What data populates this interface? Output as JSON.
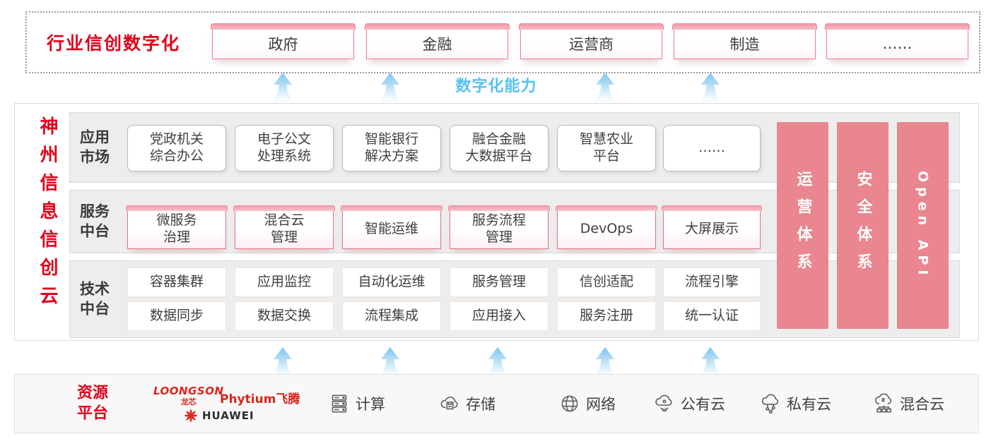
{
  "top_banner": {
    "title": "行业信创数字化",
    "industries": [
      "政府",
      "金融",
      "运营商",
      "制造",
      "……"
    ]
  },
  "capability_label": "数字化能力",
  "platform": {
    "vertical_title": "神州信息信创云",
    "rows": [
      {
        "label": "应用\n市场",
        "boxes": [
          "党政机关\n综合办公",
          "电子公文\n处理系统",
          "智能银行\n解决方案",
          "融合金融\n大数据平台",
          "智慧农业\n平台",
          "……"
        ]
      },
      {
        "label": "服务\n中台",
        "boxes": [
          "微服务\n治理",
          "混合云\n管理",
          "智能运维",
          "服务流程\n管理",
          "DevOps",
          "大屏展示"
        ]
      },
      {
        "label": "技术\n中台",
        "row1": [
          "容器集群",
          "应用监控",
          "自动化运维",
          "服务管理",
          "信创适配",
          "流程引擎"
        ],
        "row2": [
          "数据同步",
          "数据交换",
          "流程集成",
          "应用接入",
          "服务注册",
          "统一认证"
        ]
      }
    ],
    "pillars": [
      "运营体系",
      "安全体系",
      "Open API"
    ]
  },
  "resources": {
    "label": "资源\n平台",
    "vendors": {
      "loongson": "LOONGSON",
      "loongson_sub": "龙芯",
      "phytium": "Phytium飞腾",
      "huawei": "HUAWEI"
    },
    "items": [
      {
        "icon": "compute-icon",
        "label": "计算"
      },
      {
        "icon": "storage-icon",
        "label": "存储"
      },
      {
        "icon": "network-icon",
        "label": "网络"
      },
      {
        "icon": "public-cloud-icon",
        "label": "公有云"
      },
      {
        "icon": "private-cloud-icon",
        "label": "私有云"
      },
      {
        "icon": "hybrid-cloud-icon",
        "label": "混合云"
      }
    ]
  },
  "colors": {
    "brand_red": "#e2001a",
    "pillar_salmon": "#e9868f",
    "capability_blue": "#54c3ee"
  }
}
